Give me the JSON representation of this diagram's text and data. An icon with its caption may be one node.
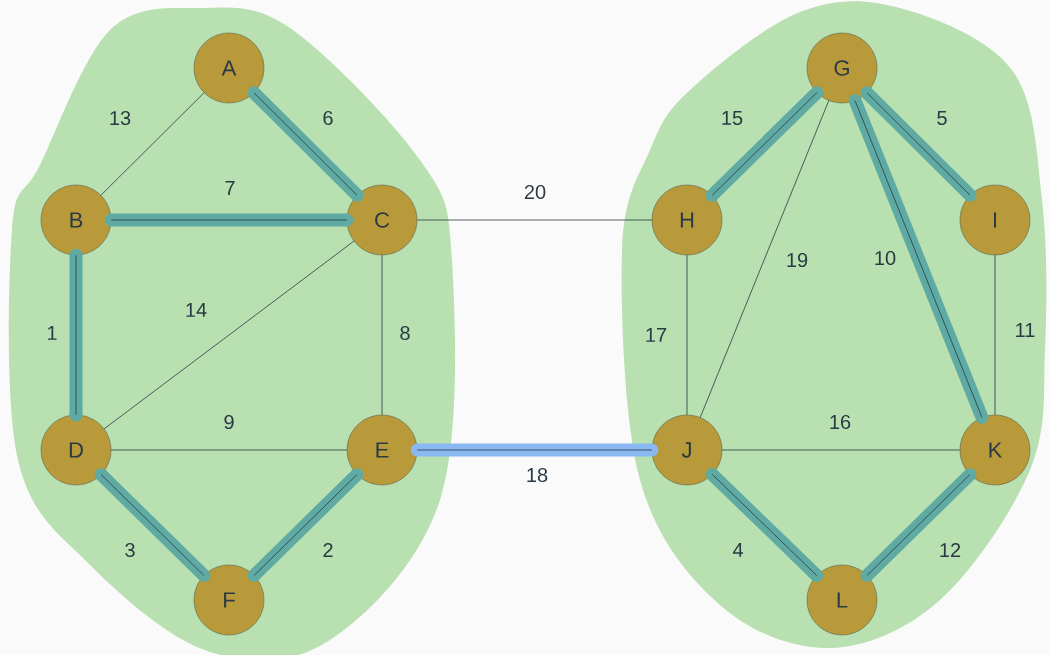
{
  "diagram": {
    "nodes": [
      {
        "text": [],
        "shape": "cloud"
      },
      {
        "text": [
          "A"
        ],
        "in": 0
      },
      {
        "text": [
          "B"
        ],
        "in": 0
      },
      {
        "text": [
          "C"
        ],
        "in": 0
      },
      {
        "text": [
          "D"
        ],
        "in": 0
      },
      {
        "text": [
          "E"
        ],
        "in": 0
      },
      {
        "text": [
          "F"
        ],
        "in": 0
      },
      {
        "text": [],
        "shape": "cloud"
      },
      {
        "text": [
          "G"
        ],
        "in": 7
      },
      {
        "text": [
          "H"
        ],
        "in": 7
      },
      {
        "text": [
          "I"
        ],
        "in": 7
      },
      {
        "text": [
          "J"
        ],
        "in": 7
      },
      {
        "text": [
          "K"
        ],
        "in": 7
      },
      {
        "text": [
          "L"
        ],
        "in": 7
      }
    ],
    "edges": [
      {
        "from": 1,
        "to": 2,
        "arrow": "none",
        "label": "13",
        "color": "#2a3a44"
      },
      {
        "from": 1,
        "to": 3,
        "arrow": "none",
        "label": "6"
      },
      {
        "from": 2,
        "to": 3,
        "arrow": "none",
        "label": "7"
      },
      {
        "from": 2,
        "to": 4,
        "arrow": "none",
        "label": "1"
      },
      {
        "from": 3,
        "to": 4,
        "arrow": "none",
        "label": "14",
        "color": "#2a3a44"
      },
      {
        "from": 3,
        "to": 5,
        "arrow": "none",
        "label": "8",
        "color": "#2a3a44"
      },
      {
        "from": 4,
        "to": 5,
        "arrow": "none",
        "label": "9",
        "color": "#2a3a44"
      },
      {
        "from": 4,
        "to": 6,
        "arrow": "none",
        "label": "3"
      },
      {
        "from": 5,
        "to": 6,
        "arrow": "none",
        "label": "2"
      },
      {
        "from": 3,
        "to": 9,
        "arrow": "none",
        "label": "20",
        "color": "#2a3a44"
      },
      {
        "from": 5,
        "to": 11,
        "arrow": "none",
        "label": "18",
        "color": "#8ab8f2"
      },
      {
        "from": 8,
        "to": 9,
        "arrow": "none",
        "label": "15"
      },
      {
        "from": 8,
        "to": 10,
        "arrow": "none",
        "label": "5"
      },
      {
        "from": 8,
        "to": 11,
        "arrow": "none",
        "label": "19",
        "color": "#2a3a44"
      },
      {
        "from": 8,
        "to": 12,
        "arrow": "none",
        "label": "10"
      },
      {
        "from": 9,
        "to": 11,
        "arrow": "none",
        "label": "17",
        "color": "#2a3a44"
      },
      {
        "from": 10,
        "to": 12,
        "arrow": "none",
        "label": "11",
        "color": "#2a3a44"
      },
      {
        "from": 11,
        "to": 12,
        "arrow": "none",
        "label": "16",
        "color": "#2a3a44"
      },
      {
        "from": 11,
        "to": 13,
        "arrow": "none",
        "label": "4"
      },
      {
        "from": 12,
        "to": 13,
        "arrow": "none",
        "label": "12"
      }
    ]
  }
}
